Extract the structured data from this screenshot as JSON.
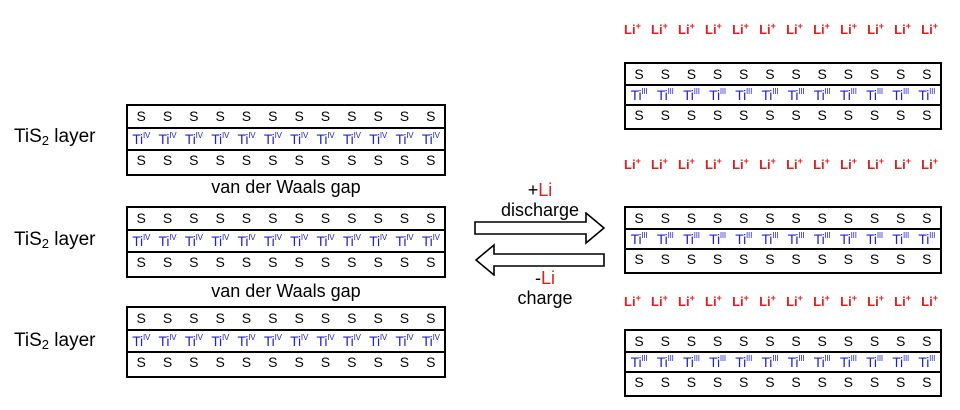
{
  "colors": {
    "ti_text": "#2222cc",
    "li_text": "#e02020",
    "lines": "#000000"
  },
  "left": {
    "layer_label_base": "TiS",
    "layer_label_sub": "2",
    "layer_label_rest": " layer",
    "gap_label": "van der Waals gap",
    "s_atom": "S",
    "s_count": 12,
    "ti_atom": "Ti",
    "ti_ox": "IV",
    "ti_count": 12
  },
  "arrows": {
    "forward_sign": "+",
    "forward_element": "Li",
    "forward_label": "discharge",
    "reverse_sign": "-",
    "reverse_element": "Li",
    "reverse_label": "charge"
  },
  "right": {
    "li_ion": "Li",
    "li_charge": "+",
    "li_count": 12,
    "s_atom": "S",
    "s_count": 12,
    "ti_atom": "Ti",
    "ti_ox": "III",
    "ti_count": 12
  }
}
